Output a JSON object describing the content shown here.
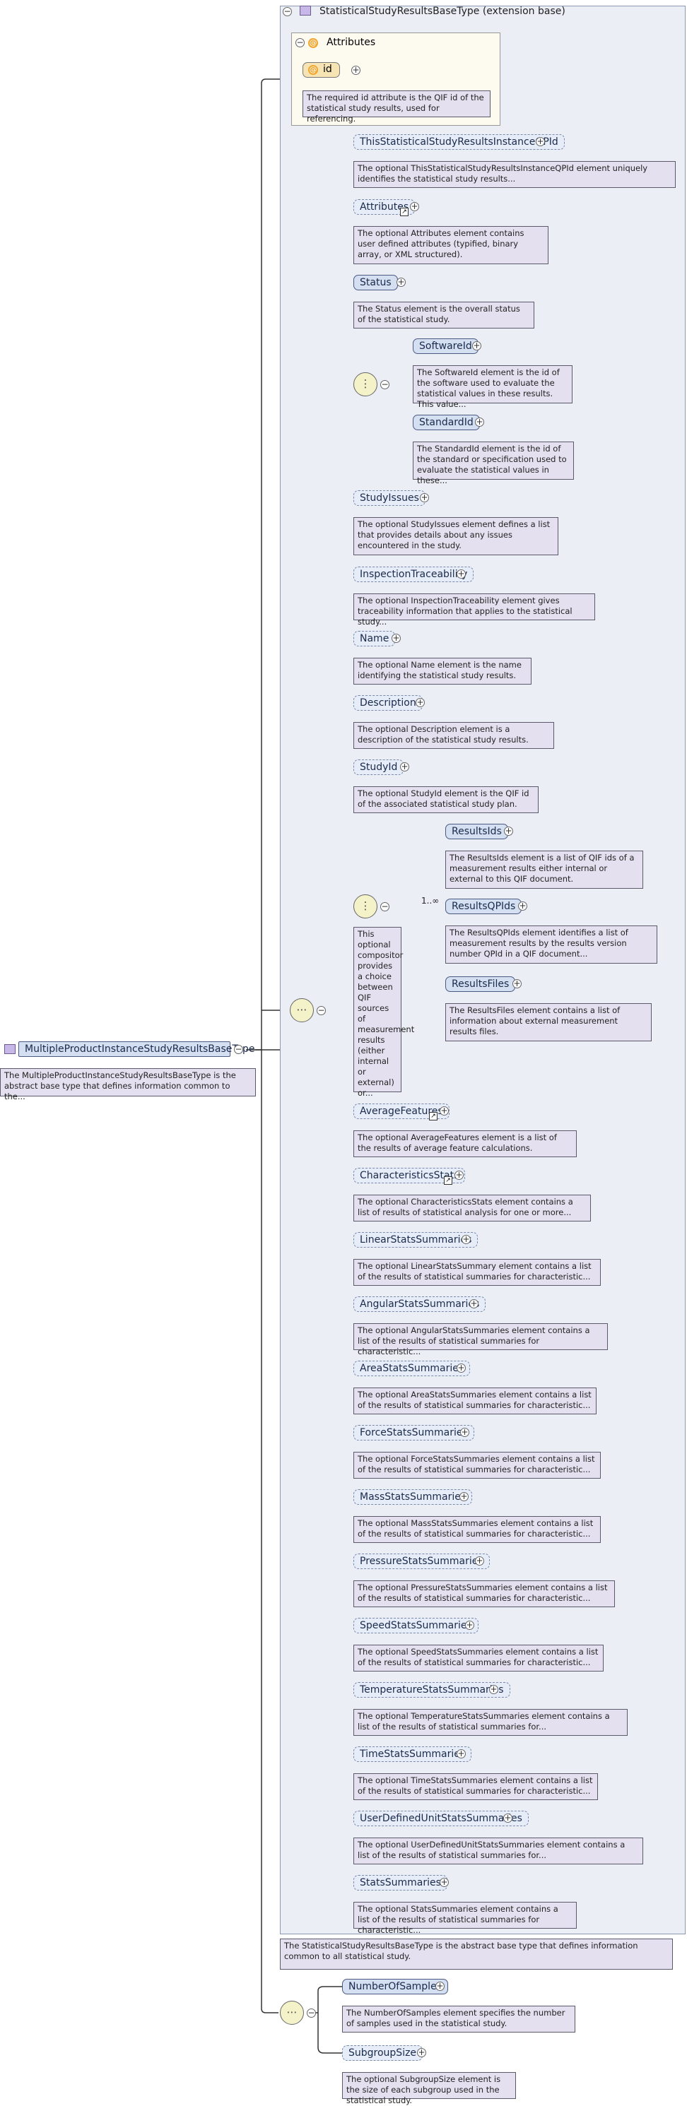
{
  "root": {
    "label": "MultipleProductInstanceStudyResultsBaseType",
    "desc": "The MultipleProductInstanceStudyResultsBaseType is the abstract base type that defines information common to the..."
  },
  "ext": {
    "title": "StatisticalStudyResultsBaseType (extension base)",
    "footer": "The StatisticalStudyResultsBaseType is the abstract base type that defines information common to all statistical study."
  },
  "attributes": {
    "title": "Attributes",
    "id_label": "id",
    "id_desc": "The required id attribute is the QIF id of the statistical study results, used for referencing."
  },
  "elements": [
    {
      "label": "ThisStatisticalStudyResultsInstanceQPId",
      "desc": "The optional ThisStatisticalStudyResultsInstanceQPId element uniquely identifies the statistical study results..."
    },
    {
      "label": "Attributes",
      "desc": "The optional Attributes element contains user defined attributes (typified, binary array, or XML structured)."
    },
    {
      "label": "Status",
      "desc": "The Status element is the overall status of the statistical study."
    },
    {
      "label": "SoftwareId",
      "desc": "The SoftwareId element is the id of the software used to evaluate the statistical values in these results. This value..."
    },
    {
      "label": "StandardId",
      "desc": "The StandardId element is the id of the standard or specification used to evaluate the statistical values in these..."
    },
    {
      "label": "StudyIssues",
      "desc": "The optional StudyIssues element defines a list that provides details about any issues encountered in the study."
    },
    {
      "label": "InspectionTraceability",
      "desc": "The optional InspectionTraceability element gives traceability information that applies to the statistical study..."
    },
    {
      "label": "Name",
      "desc": "The optional Name element is the name identifying the statistical study results."
    },
    {
      "label": "Description",
      "desc": "The optional Description element is a description of the statistical study results."
    },
    {
      "label": "StudyId",
      "desc": "The optional StudyId element is the QIF id of the associated statistical study plan."
    },
    {
      "label": "ResultsIds",
      "desc": "The ResultsIds element is a list of QIF ids of a measurement results either internal or external to this QIF document."
    },
    {
      "label": "ResultsQPIds",
      "desc": "The ResultsQPIds element identifies a list of measurement results by the results version number QPId in a QIF document..."
    },
    {
      "label": "ResultsFiles",
      "desc": "The ResultsFiles element contains a list of information about external measurement results files."
    },
    {
      "label": "AverageFeatures",
      "desc": "The optional AverageFeatures element is a list of the results of average feature calculations."
    },
    {
      "label": "CharacteristicsStats",
      "desc": "The optional CharacteristicsStats element contains a list of results of statistical analysis for one or more..."
    },
    {
      "label": "LinearStatsSummaries",
      "desc": "The optional LinearStatsSummary element contains a list of the results of statistical summaries for characteristic..."
    },
    {
      "label": "AngularStatsSummaries",
      "desc": "The optional AngularStatsSummaries element contains a list of the results of statistical summaries for characteristic..."
    },
    {
      "label": "AreaStatsSummaries",
      "desc": "The optional AreaStatsSummaries element contains a list of the results of statistical summaries for characteristic..."
    },
    {
      "label": "ForceStatsSummaries",
      "desc": "The optional ForceStatsSummaries element contains a list of the results of statistical summaries for characteristic..."
    },
    {
      "label": "MassStatsSummaries",
      "desc": "The optional MassStatsSummaries element contains a list of the results of statistical summaries for characteristic..."
    },
    {
      "label": "PressureStatsSummaries",
      "desc": "The optional PressureStatsSummaries element contains a list of the results of statistical summaries for characteristic..."
    },
    {
      "label": "SpeedStatsSummaries",
      "desc": "The optional SpeedStatsSummaries element contains a list of the results of statistical summaries for characteristic..."
    },
    {
      "label": "TemperatureStatsSummaries",
      "desc": "The optional TemperatureStatsSummaries element contains a list of the results of statistical summaries for..."
    },
    {
      "label": "TimeStatsSummaries",
      "desc": "The optional TimeStatsSummaries element contains a list of the results of statistical summaries for characteristic..."
    },
    {
      "label": "UserDefinedUnitStatsSummaries",
      "desc": "The optional UserDefinedUnitStatsSummaries element contains a list of the results of statistical summaries for..."
    },
    {
      "label": "StatsSummaries",
      "desc": "The optional StatsSummaries element contains a list of the results of statistical summaries for characteristic..."
    },
    {
      "label": "NumberOfSamples",
      "desc": "The NumberOfSamples element specifies the number of samples used in the statistical study."
    },
    {
      "label": "SubgroupSize",
      "desc": "The optional SubgroupSize element is the size of each subgroup used in the statistical study."
    }
  ],
  "choice": {
    "multiplicity": "1..∞",
    "desc": "This optional compositor provides a choice between QIF sources of measurement results (either internal or external) or..."
  }
}
